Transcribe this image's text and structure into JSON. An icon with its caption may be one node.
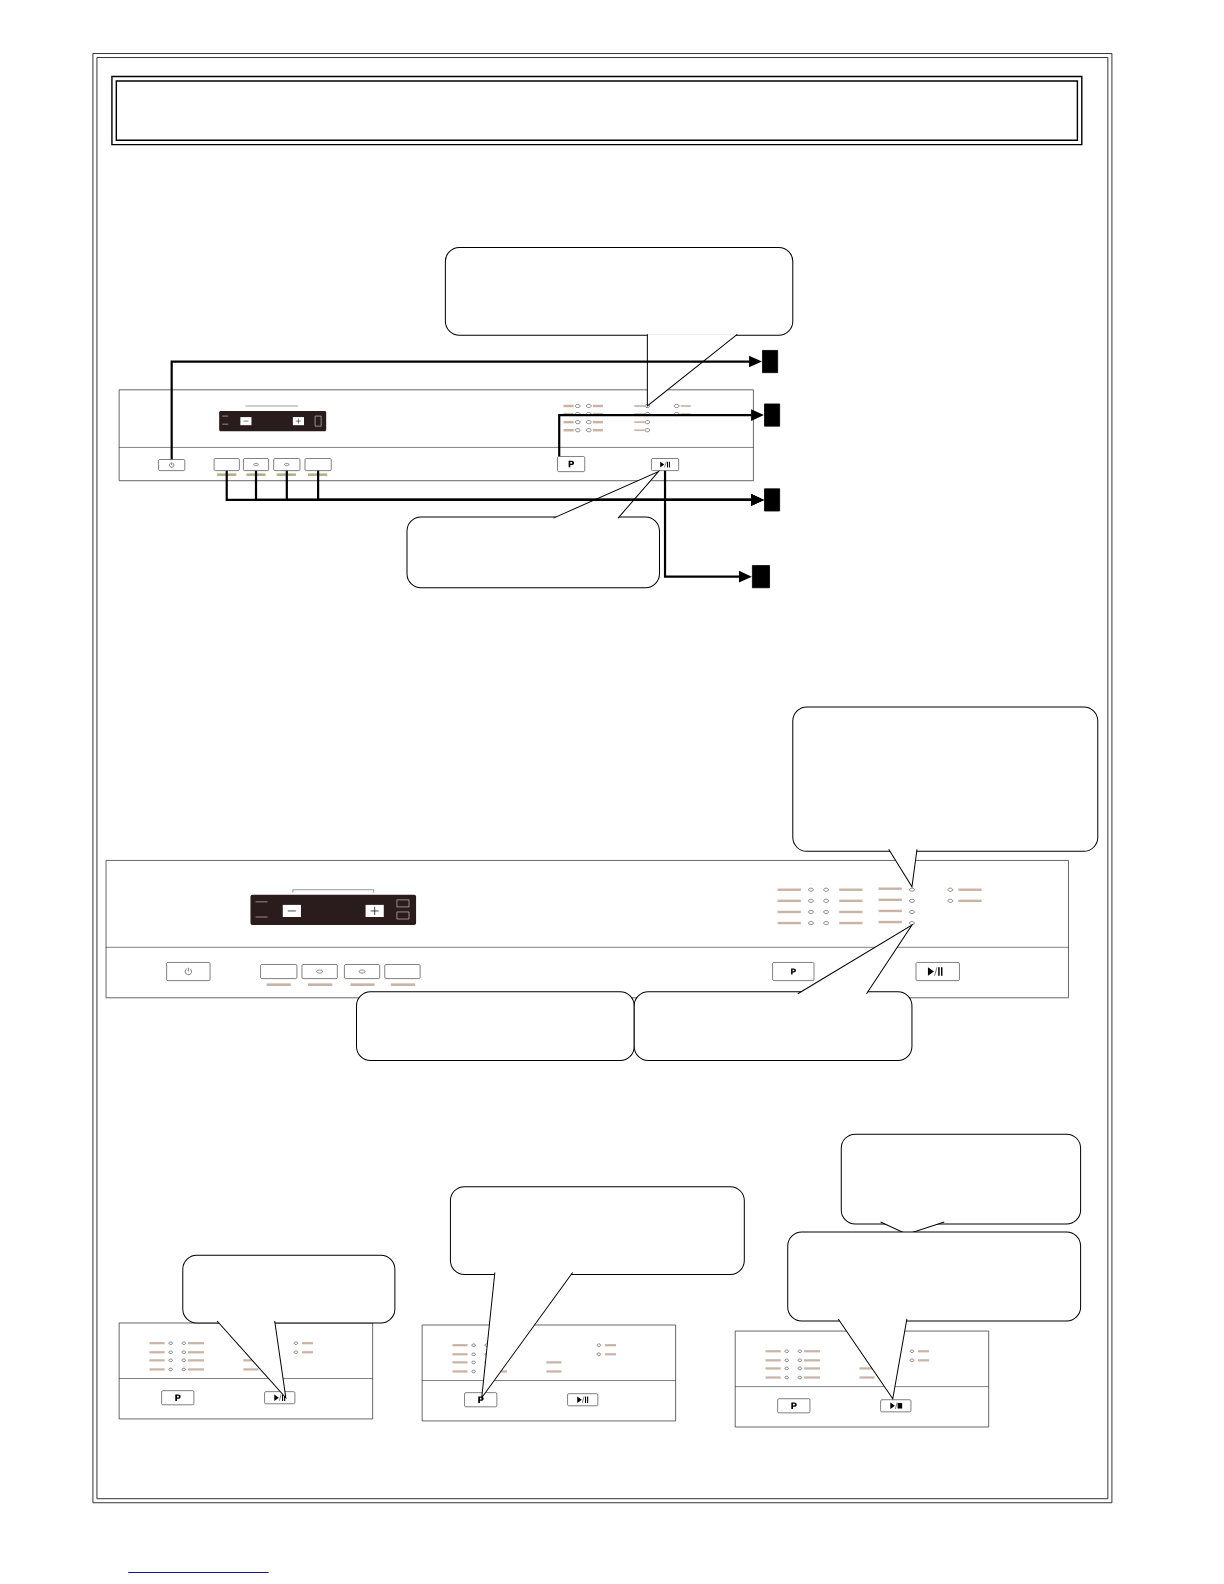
{
  "diagram": {
    "nodes": [
      {
        "text": [],
        "shape": "box"
      },
      {
        "text": [],
        "shape": "bubble"
      },
      {
        "text": [],
        "shape": "button"
      },
      {
        "text": [],
        "shape": "box"
      },
      {
        "text": [
          "P"
        ]
      },
      {
        "text": [],
        "shape": "box"
      },
      {
        "text": [],
        "shape": "button"
      },
      {
        "text": [],
        "shape": "button"
      },
      {
        "text": [],
        "shape": "button"
      },
      {
        "text": [],
        "shape": "button"
      },
      {
        "text": [],
        "shape": "box"
      },
      {
        "text": [],
        "shape": "button"
      },
      {
        "text": [],
        "shape": "box"
      },
      {
        "text": [],
        "shape": "bubble"
      },
      {
        "text": [],
        "shape": "bubble"
      },
      {
        "text": [],
        "shape": "bubble"
      },
      {
        "text": [],
        "shape": "bubble"
      },
      {
        "text": [],
        "shape": "bubble"
      },
      {
        "text": [],
        "shape": "bubble"
      },
      {
        "text": [],
        "shape": "bubble"
      },
      {
        "text": [],
        "shape": "bubble"
      }
    ],
    "edges": [
      {
        "from": 2,
        "to": 3,
        "arrow": "to"
      },
      {
        "from": 4,
        "to": 5,
        "arrow": "to"
      },
      {
        "from": 6,
        "to": 10,
        "arrow": "to"
      },
      {
        "from": 7,
        "to": 10,
        "arrow": "to"
      },
      {
        "from": 8,
        "to": 10,
        "arrow": "to"
      },
      {
        "from": 9,
        "to": 10,
        "arrow": "to"
      },
      {
        "from": 11,
        "to": 12,
        "arrow": "to"
      }
    ],
    "labels": [
      "P",
      "P",
      "P",
      "P"
    ]
  }
}
